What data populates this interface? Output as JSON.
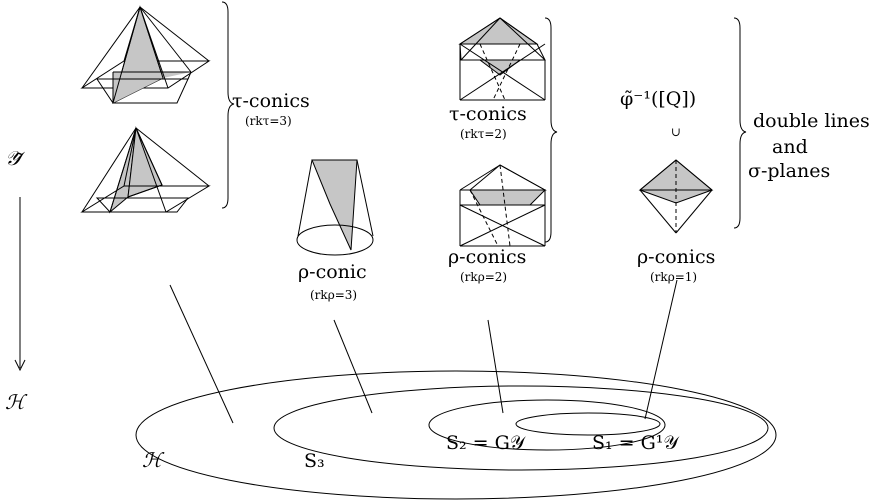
{
  "labels": {
    "tau_conics_3": "τ-conics",
    "tau_rank_3": "(rkτ=3)",
    "rho_conic_3": "ρ-conic",
    "rho_rank_3": "(rkρ=3)",
    "tau_conics_2": "τ-conics",
    "tau_rank_2": "(rkτ=2)",
    "rho_conics_2": "ρ-conics",
    "rho_rank_2": "(rkρ=2)",
    "phi_preimage": "φ̃⁻¹([Q])",
    "union_symbol": "∪",
    "rho_conics_1": "ρ-conics",
    "rho_rank_1": "(rkρ=1)",
    "double_lines": "double lines",
    "and_word": "and",
    "sigma_planes": "σ-planes",
    "space_Y_tilde": "𝒴̃",
    "space_H": "ℋ",
    "region_H": "ℋ",
    "region_S3": "S₃",
    "region_S2": "S₂ = G𝒴",
    "region_S1": "S₁ = G¹𝒴"
  },
  "colors": {
    "shade": "#c6c6c6",
    "ink": "#000000"
  }
}
